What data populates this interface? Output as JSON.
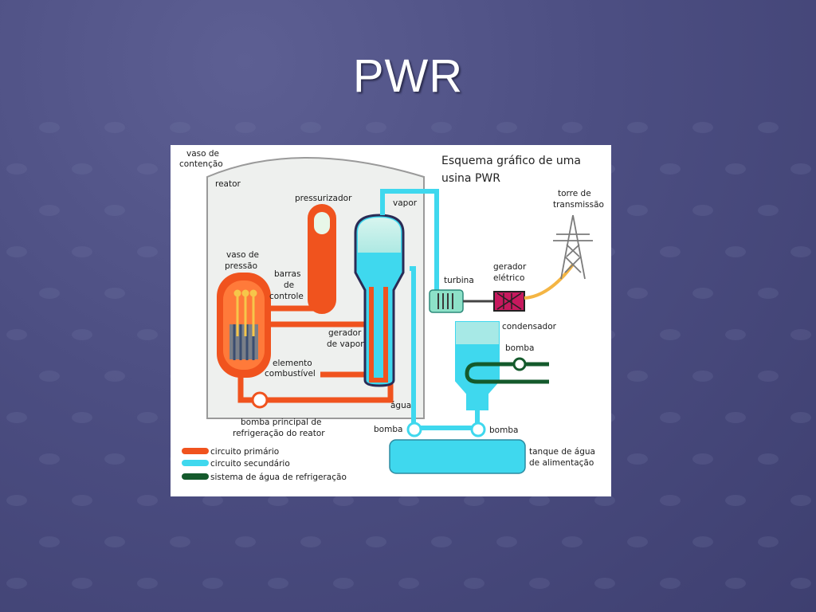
{
  "slide": {
    "title": "PWR"
  },
  "diagram": {
    "header_line1": "Esquema gráfico de uma",
    "header_line2": "usina PWR",
    "labels": {
      "vaso_contencao_1": "vaso de",
      "vaso_contencao_2": "contenção",
      "reator": "reator",
      "pressurizador": "pressurizador",
      "vapor": "vapor",
      "torre_1": "torre de",
      "torre_2": "transmissão",
      "vaso_pressao_1": "vaso de",
      "vaso_pressao_2": "pressão",
      "barras_1": "barras",
      "barras_2": "de",
      "barras_3": "controle",
      "turbina": "turbina",
      "gerador_eletrico_1": "gerador",
      "gerador_eletrico_2": "elétrico",
      "gerador_vapor_1": "gerador",
      "gerador_vapor_2": "de vapor",
      "condensador": "condensador",
      "elemento_1": "elemento",
      "elemento_2": "combustível",
      "bomba_condensador": "bomba",
      "agua": "água",
      "bomba_principal_1": "bomba principal de",
      "bomba_principal_2": "refrigeração do reator",
      "bomba_esquerda": "bomba",
      "bomba_direita": "bomba",
      "tanque_1": "tanque de água",
      "tanque_2": "de alimentação"
    },
    "legend": [
      {
        "label": "circuito primário",
        "color": "#f0531e"
      },
      {
        "label": "circuito secundário",
        "color": "#3fd8ee"
      },
      {
        "label": "sistema de água de refrigeração",
        "color": "#145a2c"
      }
    ],
    "colors": {
      "primary": "#f0531e",
      "secondary": "#3fd8ee",
      "cooling": "#145a2c",
      "containment": "#eef0ee"
    }
  }
}
